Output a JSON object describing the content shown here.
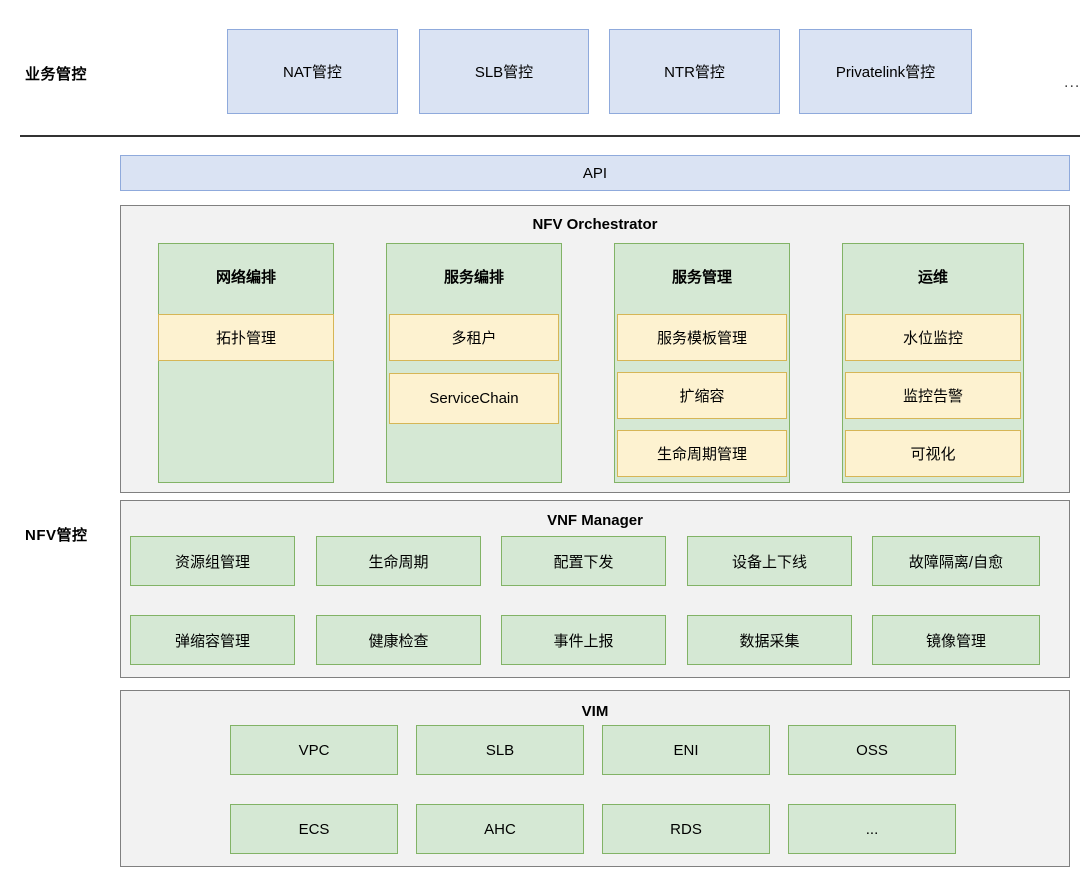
{
  "diagram": {
    "title_rows": {
      "business": "业务管控",
      "nfv": "NFV管控"
    },
    "ellipsis": "...",
    "business_layer": {
      "boxes": [
        {
          "label": "NAT管控"
        },
        {
          "label": "SLB管控"
        },
        {
          "label": "NTR管控"
        },
        {
          "label": "Privatelink管控"
        }
      ]
    },
    "api_bar": {
      "label": "API"
    },
    "orchestrator": {
      "title": "NFV Orchestrator",
      "columns": [
        {
          "title": "网络编排",
          "items": [
            "拓扑管理"
          ]
        },
        {
          "title": "服务编排",
          "items": [
            "多租户",
            "ServiceChain"
          ]
        },
        {
          "title": "服务管理",
          "items": [
            "服务模板管理",
            "扩缩容",
            "生命周期管理"
          ]
        },
        {
          "title": "运维",
          "items": [
            "水位监控",
            "监控告警",
            "可视化"
          ]
        }
      ]
    },
    "vnf_manager": {
      "title": "VNF Manager",
      "rows": [
        [
          "资源组管理",
          "生命周期",
          "配置下发",
          "设备上下线",
          "故障隔离/自愈"
        ],
        [
          "弹缩容管理",
          "健康检查",
          "事件上报",
          "数据采集",
          "镜像管理"
        ]
      ]
    },
    "vim": {
      "title": "VIM",
      "rows": [
        [
          "VPC",
          "SLB",
          "ENI",
          "OSS"
        ],
        [
          "ECS",
          "AHC",
          "RDS",
          "..."
        ]
      ]
    },
    "colors": {
      "blue_fill": "#dae3f3",
      "blue_stroke": "#8faadc",
      "green_fill": "#d5e8d4",
      "green_stroke": "#82b366",
      "yellow_fill": "#fdf2d0",
      "yellow_stroke": "#d6b656",
      "panel_fill": "#f2f2f2",
      "panel_stroke": "#808080",
      "divider": "#333333"
    }
  }
}
